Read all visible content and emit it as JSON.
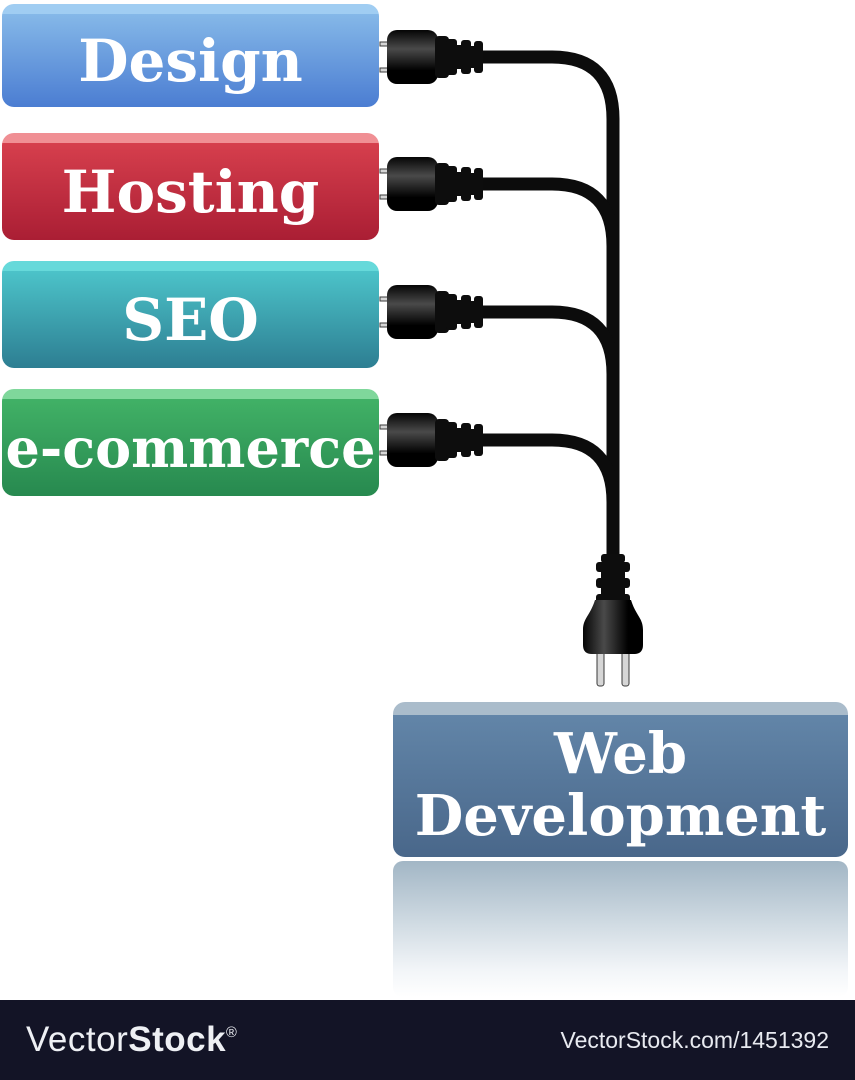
{
  "illustration": {
    "services": [
      {
        "label": "Design",
        "bevel": "#a0cdf2",
        "grad_top": "#85b8e8",
        "grad_bottom": "#4b7dd2"
      },
      {
        "label": "Hosting",
        "bevel": "#f08f94",
        "grad_top": "#d63f4d",
        "grad_bottom": "#aa1e34"
      },
      {
        "label": "SEO",
        "bevel": "#66d9da",
        "grad_top": "#4cc3c9",
        "grad_bottom": "#2d7e92"
      },
      {
        "label": "e-commerce",
        "bevel": "#7fd79b",
        "grad_top": "#41b166",
        "grad_bottom": "#27894f"
      }
    ],
    "target": {
      "label_line1": "Web",
      "label_line2": "Development",
      "bevel": "#aabccb",
      "grad_top": "#6285a8",
      "grad_bottom": "#49678a",
      "reflection_top": "#a2b6c5"
    },
    "icons": {
      "plug": "power-plug-icon",
      "cord": "power-cord"
    },
    "cord_color": "#0c0c0c"
  },
  "watermark": {
    "brand_light": "Vector",
    "brand_bold": "Stock",
    "registered": "®",
    "url": "VectorStock.com/1451392",
    "bar_color": "#131426"
  }
}
